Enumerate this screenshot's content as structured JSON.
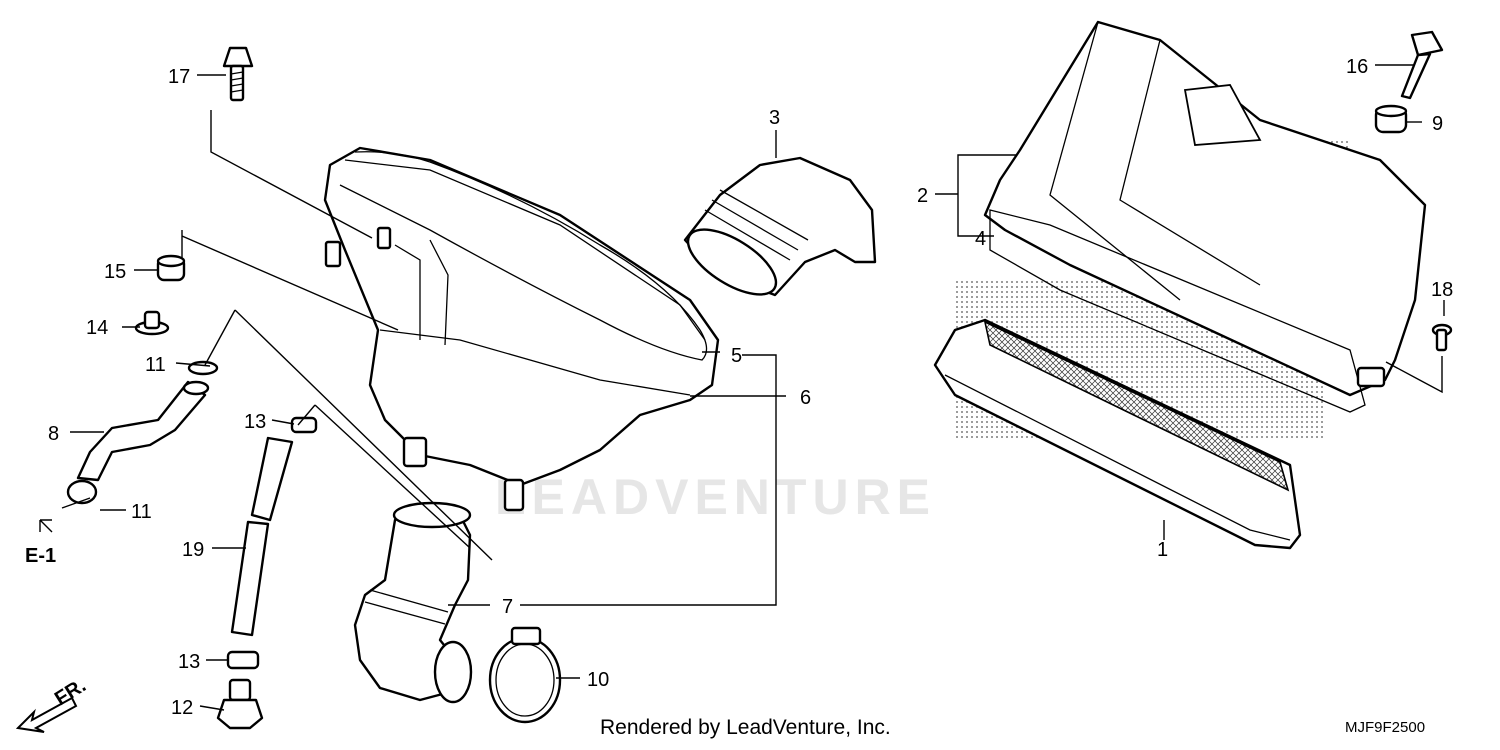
{
  "diagram": {
    "callouts": [
      "1",
      "2",
      "3",
      "4",
      "5",
      "6",
      "7",
      "8",
      "9",
      "10",
      "11",
      "11",
      "12",
      "13",
      "13",
      "14",
      "15",
      "16",
      "17",
      "18",
      "19"
    ],
    "ref_label": "E-1",
    "front_label": "FR.",
    "watermark": "LEADVENTURE",
    "credit": "Rendered by LeadVenture, Inc.",
    "code": "MJF9F2500"
  }
}
